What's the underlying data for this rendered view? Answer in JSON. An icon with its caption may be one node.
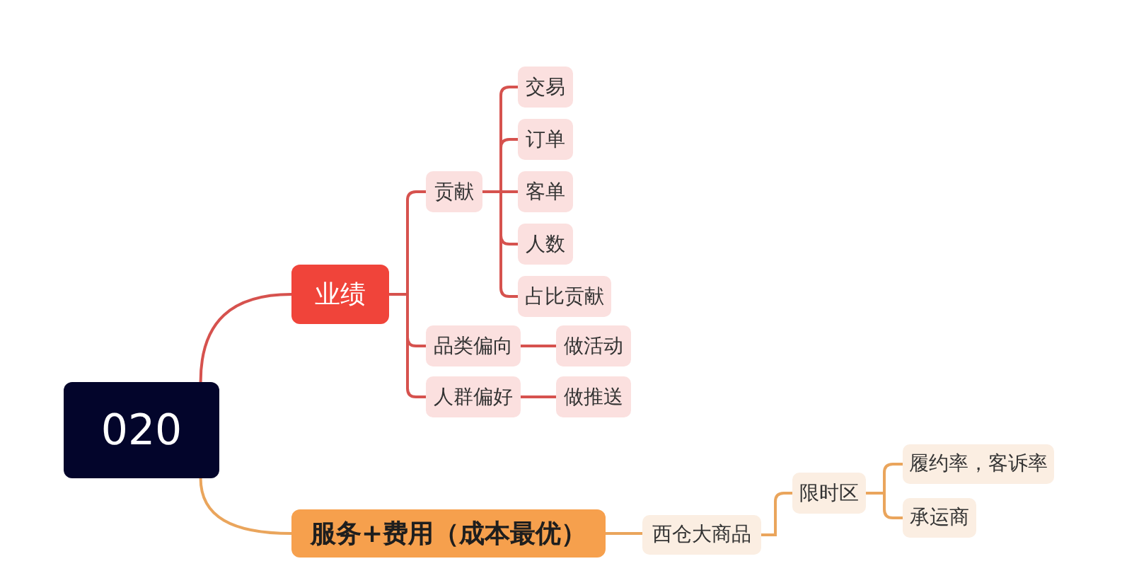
{
  "diagram": {
    "nodes": [
      {
        "text": [
          "020"
        ]
      },
      {
        "text": [
          "业绩"
        ]
      },
      {
        "text": [
          "贡献"
        ]
      },
      {
        "text": [
          "交易"
        ]
      },
      {
        "text": [
          "订单"
        ]
      },
      {
        "text": [
          "客单"
        ]
      },
      {
        "text": [
          "人数"
        ]
      },
      {
        "text": [
          "占比贡献"
        ]
      },
      {
        "text": [
          "品类偏向"
        ]
      },
      {
        "text": [
          "做活动"
        ]
      },
      {
        "text": [
          "人群偏好"
        ]
      },
      {
        "text": [
          "做推送"
        ]
      },
      {
        "text": [
          "服务+费用（成本最优）"
        ]
      },
      {
        "text": [
          "西仓大商品"
        ]
      },
      {
        "text": [
          "限时区"
        ]
      },
      {
        "text": [
          "履约率，客诉率"
        ]
      },
      {
        "text": [
          "承运商"
        ]
      }
    ],
    "edges": [
      {
        "from": 0,
        "to": 1,
        "arrow": "none"
      },
      {
        "from": 1,
        "to": 2,
        "arrow": "none"
      },
      {
        "from": 2,
        "to": 3,
        "arrow": "none"
      },
      {
        "from": 2,
        "to": 4,
        "arrow": "none"
      },
      {
        "from": 2,
        "to": 5,
        "arrow": "none"
      },
      {
        "from": 2,
        "to": 6,
        "arrow": "none"
      },
      {
        "from": 2,
        "to": 7,
        "arrow": "none"
      },
      {
        "from": 1,
        "to": 8,
        "arrow": "none"
      },
      {
        "from": 8,
        "to": 9,
        "arrow": "none"
      },
      {
        "from": 1,
        "to": 10,
        "arrow": "none"
      },
      {
        "from": 10,
        "to": 11,
        "arrow": "none"
      },
      {
        "from": 0,
        "to": 12,
        "arrow": "none",
        "color": "#eaa55c"
      },
      {
        "from": 12,
        "to": 13,
        "arrow": "none",
        "color": "#eaa55c"
      },
      {
        "from": 13,
        "to": 14,
        "arrow": "none",
        "color": "#eaa55c"
      },
      {
        "from": 14,
        "to": 15,
        "arrow": "none",
        "color": "#eaa55c"
      },
      {
        "from": 14,
        "to": 16,
        "arrow": "none",
        "color": "#eaa55c"
      }
    ]
  }
}
